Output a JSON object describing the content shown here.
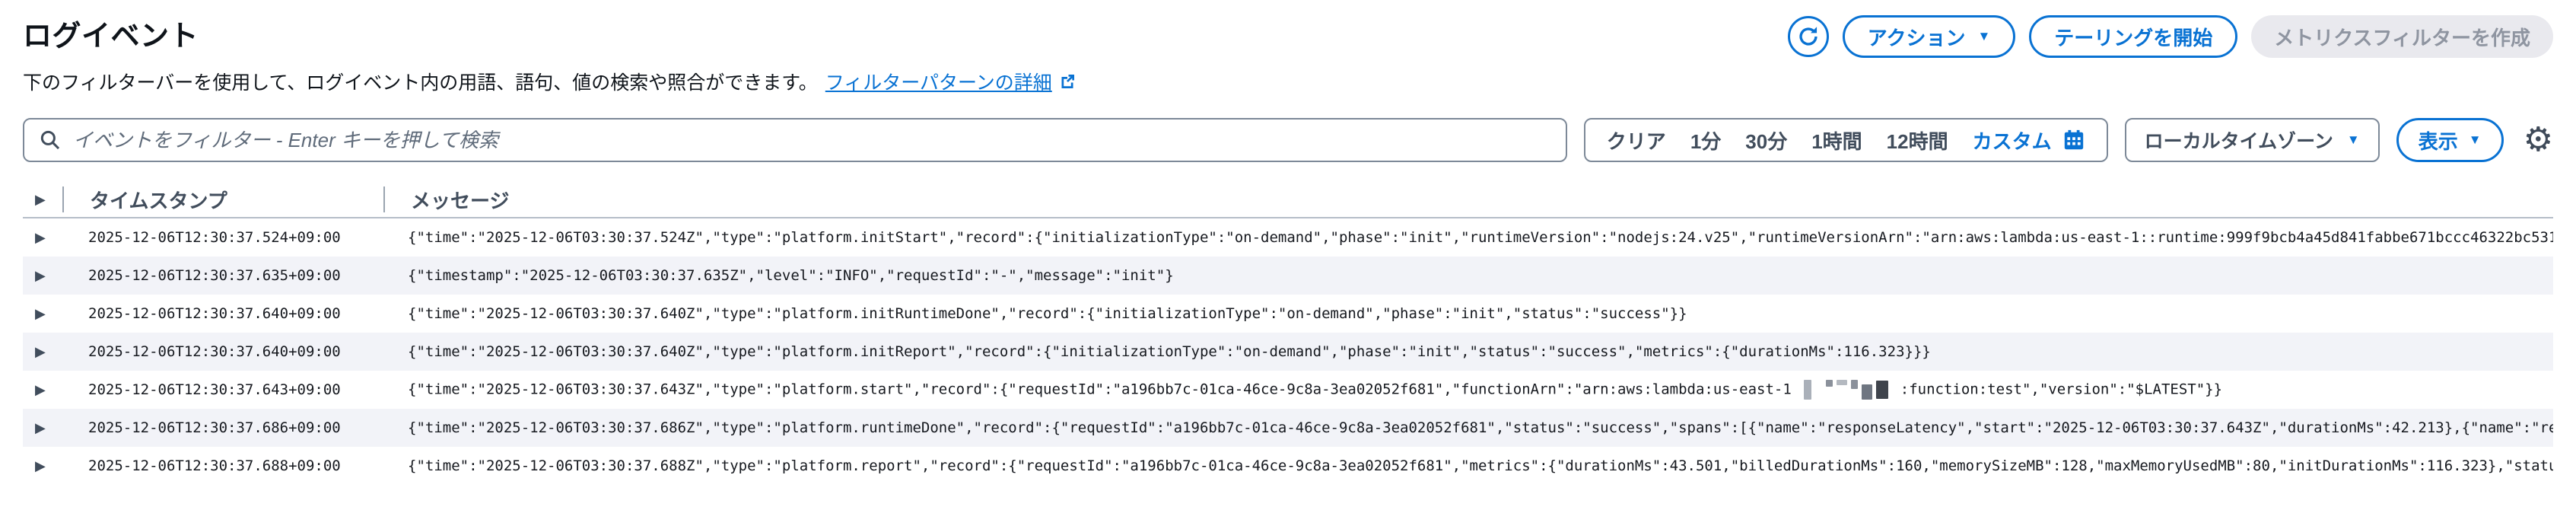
{
  "header": {
    "title": "ログイベント",
    "description": "下のフィルターバーを使用して、ログイベント内の用語、語句、値の検索や照合ができます。",
    "filter_pattern_link": "フィルターパターンの詳細",
    "actions_label": "アクション",
    "tailing_label": "テーリングを開始",
    "metric_filter_label": "メトリクスフィルターを作成"
  },
  "filters": {
    "search_placeholder": "イベントをフィルター - Enter キーを押して検索",
    "time_ranges": [
      "クリア",
      "1分",
      "30分",
      "1時間",
      "12時間",
      "カスタム"
    ],
    "timezone": "ローカルタイムゾーン",
    "display_label": "表示"
  },
  "table": {
    "columns": [
      "タイムスタンプ",
      "メッセージ"
    ],
    "rows": [
      {
        "timestamp": "2025-12-06T12:30:37.524+09:00",
        "message": "{\"time\":\"2025-12-06T03:30:37.524Z\",\"type\":\"platform.initStart\",\"record\":{\"initializationType\":\"on-demand\",\"phase\":\"init\",\"runtimeVersion\":\"nodejs:24.v25\",\"runtimeVersionArn\":\"arn:aws:lambda:us-east-1::runtime:999f9bcb4a45d841fabbe671bccc46322bc531"
      },
      {
        "timestamp": "2025-12-06T12:30:37.635+09:00",
        "message": "{\"timestamp\":\"2025-12-06T03:30:37.635Z\",\"level\":\"INFO\",\"requestId\":\"-\",\"message\":\"init\"}"
      },
      {
        "timestamp": "2025-12-06T12:30:37.640+09:00",
        "message": "{\"time\":\"2025-12-06T03:30:37.640Z\",\"type\":\"platform.initRuntimeDone\",\"record\":{\"initializationType\":\"on-demand\",\"phase\":\"init\",\"status\":\"success\"}}"
      },
      {
        "timestamp": "2025-12-06T12:30:37.640+09:00",
        "message": "{\"time\":\"2025-12-06T03:30:37.640Z\",\"type\":\"platform.initReport\",\"record\":{\"initializationType\":\"on-demand\",\"phase\":\"init\",\"status\":\"success\",\"metrics\":{\"durationMs\":116.323}}}"
      },
      {
        "timestamp": "2025-12-06T12:30:37.643+09:00",
        "redacted": true,
        "message_before": "{\"time\":\"2025-12-06T03:30:37.643Z\",\"type\":\"platform.start\",\"record\":{\"requestId\":\"a196bb7c-01ca-46ce-9c8a-3ea02052f681\",\"functionArn\":\"arn:aws:lambda:us-east-1",
        "message_after": ":function:test\",\"version\":\"$LATEST\"}}"
      },
      {
        "timestamp": "2025-12-06T12:30:37.686+09:00",
        "message": "{\"time\":\"2025-12-06T03:30:37.686Z\",\"type\":\"platform.runtimeDone\",\"record\":{\"requestId\":\"a196bb7c-01ca-46ce-9c8a-3ea02052f681\",\"status\":\"success\",\"spans\":[{\"name\":\"responseLatency\",\"start\":\"2025-12-06T03:30:37.643Z\",\"durationMs\":42.213},{\"name\":\"re"
      },
      {
        "timestamp": "2025-12-06T12:30:37.688+09:00",
        "message": "{\"time\":\"2025-12-06T03:30:37.688Z\",\"type\":\"platform.report\",\"record\":{\"requestId\":\"a196bb7c-01ca-46ce-9c8a-3ea02052f681\",\"metrics\":{\"durationMs\":43.501,\"billedDurationMs\":160,\"memorySizeMB\":128,\"maxMemoryUsedMB\":80,\"initDurationMs\":116.323},\"statu"
      }
    ]
  },
  "colors": {
    "accent": "#0972d3",
    "header_text": "#414d5c",
    "disabled_bg": "#e9e9ee",
    "stripe_bg": "#f2f3f8"
  }
}
